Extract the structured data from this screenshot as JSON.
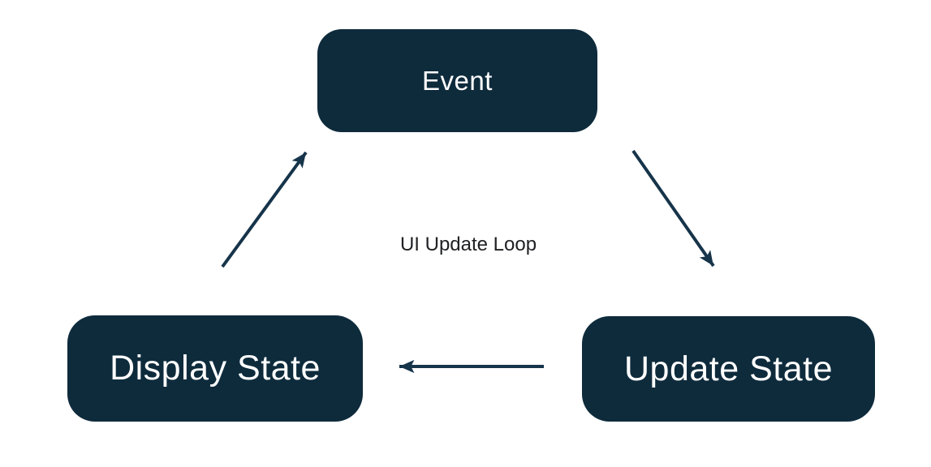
{
  "diagram": {
    "title": "UI Update Loop",
    "type": "cycle",
    "nodes": [
      {
        "id": "event",
        "label": "Event",
        "position": "top-center"
      },
      {
        "id": "display-state",
        "label": "Display State",
        "position": "bottom-left"
      },
      {
        "id": "update-state",
        "label": "Update State",
        "position": "bottom-right"
      }
    ],
    "edges": [
      {
        "from": "event",
        "to": "update-state",
        "direction": "down-right"
      },
      {
        "from": "update-state",
        "to": "display-state",
        "direction": "left"
      },
      {
        "from": "display-state",
        "to": "event",
        "direction": "up-right"
      }
    ],
    "colors": {
      "background": "#FFFFFF",
      "node_bg": "#0E2B3C",
      "node_text": "#FFFFFF",
      "arrow": "#16344A",
      "label_text": "#202124"
    }
  }
}
